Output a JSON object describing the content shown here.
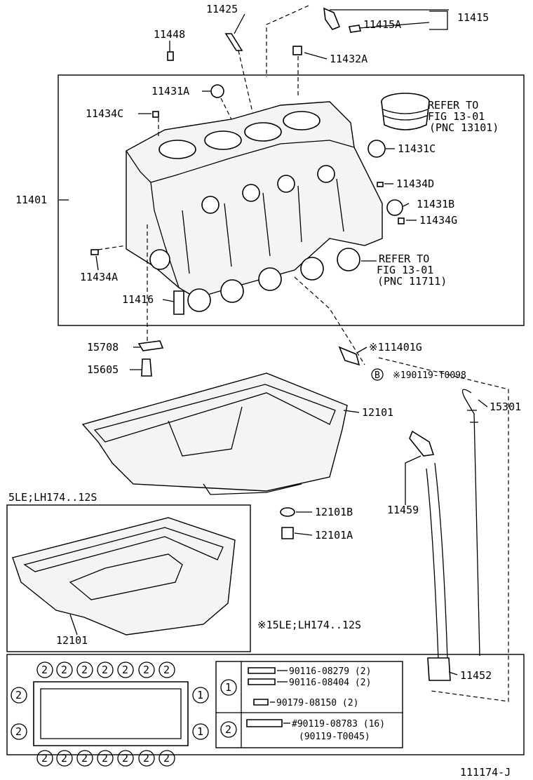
{
  "labels": {
    "p11425": "11425",
    "p11448": "11448",
    "p11415A": "11415A",
    "p11415": "11415",
    "p11432A": "11432A",
    "p11431A": "11431A",
    "p11434C": "11434C",
    "refer1_line1": "REFER TO",
    "refer1_line2": "FIG 13-01",
    "refer1_line3": "(PNC 13101)",
    "p11431C": "11431C",
    "p11401": "11401",
    "p11434D": "11434D",
    "p11431B": "11431B",
    "p11434G": "11434G",
    "refer2_line1": "REFER TO",
    "refer2_line2": "FIG 13-01",
    "refer2_line3": "(PNC 11711)",
    "p11434A": "11434A",
    "p11416": "11416",
    "p15708": "15708",
    "p111401G": "※111401G",
    "p15605": "15605",
    "bolt_b": "※190119-T0098",
    "bolt_b_symbol": "B",
    "p12101_top": "12101",
    "p15301": "15301",
    "variant_title": "5LE;LH174..12S",
    "p11459": "11459",
    "p12101B": "12101B",
    "p12101A": "12101A",
    "note_star": "※15LE;LH174..12S",
    "p12101_inset": "12101",
    "p11452": "11452",
    "figure_code": "111174-J"
  },
  "legend": {
    "group1_symbol": "1",
    "group2_symbol": "2",
    "bolt_1a": "90116-08279 (2)",
    "bolt_1b": "90116-08404 (2)",
    "bolt_1c": "90179-08150 (2)",
    "bolt_2a": "#90119-08783 (16)",
    "bolt_2b": "(90119-T0045)"
  },
  "gasket_marks": {
    "top_row": [
      "2",
      "2",
      "2",
      "2",
      "2",
      "2",
      "2"
    ],
    "bottom_row": [
      "2",
      "2",
      "2",
      "2",
      "2",
      "2",
      "2"
    ],
    "left_col": [
      "2",
      "2"
    ],
    "right_col": [
      "1",
      "1"
    ]
  }
}
